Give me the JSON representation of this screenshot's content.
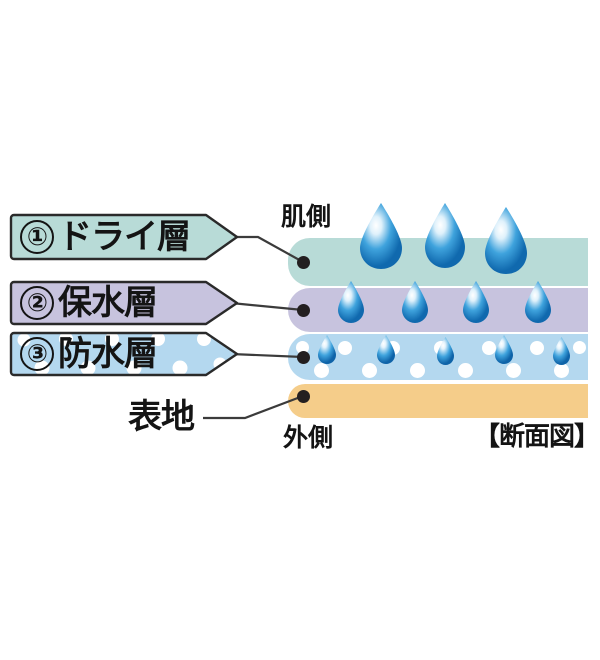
{
  "diagram": {
    "title_badge": "【断面図】",
    "side_labels": {
      "skin": "肌側",
      "outer": "外側"
    },
    "outer_fabric_label": "表地",
    "legend_plates": [
      {
        "number": "①",
        "label": "ドライ層",
        "color": "#b8dbd7"
      },
      {
        "number": "②",
        "label": "保水層",
        "color": "#c7c3de"
      },
      {
        "number": "③",
        "label": "防水層",
        "color": "#b4d8ef"
      }
    ],
    "layers": [
      {
        "name": "ドライ層",
        "color": "#b8dbd7",
        "droplet_size": "large",
        "droplet_count": 3
      },
      {
        "name": "保水層",
        "color": "#c7c3de",
        "droplet_size": "medium",
        "droplet_count": 4
      },
      {
        "name": "防水層",
        "color": "#b4d8ef",
        "droplet_size": "small",
        "droplet_count": 5
      },
      {
        "name": "表地",
        "color": "#f5cd8a",
        "droplet_size": "none",
        "droplet_count": 0
      }
    ],
    "droplet_color": "#1b7fc4",
    "droplet_highlight_color": "#dff1fb",
    "dot_color": "#ffffff",
    "leader_color": "#3b3b3b",
    "anchor_color": "#231f20",
    "background": "#ffffff"
  }
}
